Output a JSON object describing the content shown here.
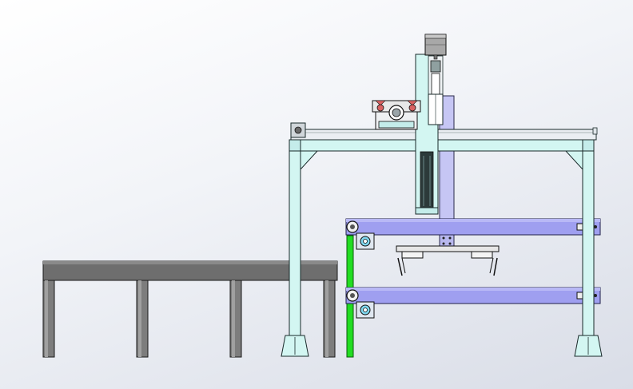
{
  "viewport": {
    "background": "gradient-white-to-grey"
  },
  "colors": {
    "frame_fill": "#d3f6f2",
    "frame_stroke": "#1a2a2a",
    "rail_fill": "#9f9ff0",
    "rail_stroke": "#20204a",
    "table_top": "#707070",
    "table_leg": "#8a8a8a",
    "green_post": "#22dd22",
    "lavender_column": "#c6c6f4",
    "motor_grey": "#a8a8a8",
    "red_accent": "#d86060"
  },
  "components": [
    "work-table",
    "gantry-frame",
    "gantry-top-beam",
    "z-axis-column",
    "stepper-motor",
    "carriage-assembly",
    "upper-rail",
    "lower-rail",
    "gripper",
    "green-post"
  ]
}
